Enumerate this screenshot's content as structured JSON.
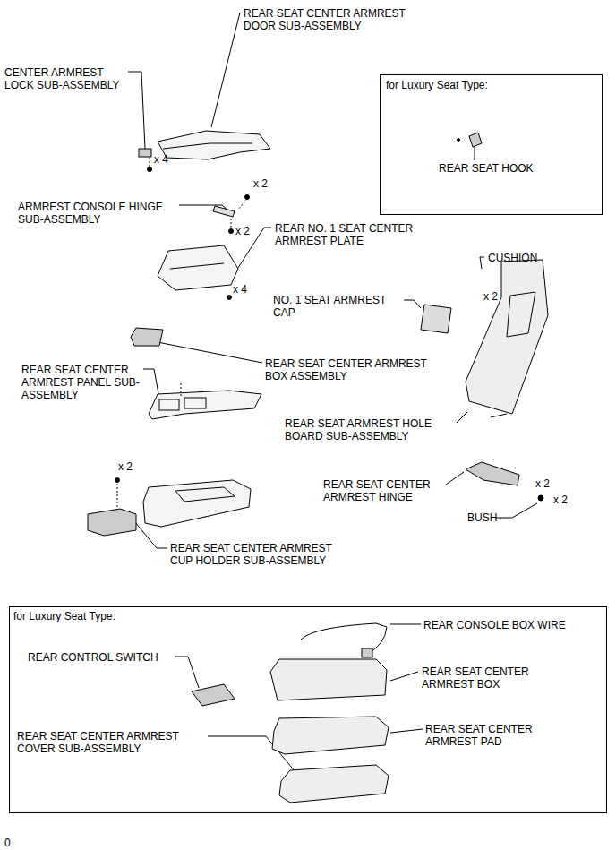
{
  "diagram": {
    "nodes": [
      {
        "text": [
          "for Luxury Seat Type:",
          "REAR SEAT HOOK"
        ]
      },
      {
        "text": [
          "for Luxury Seat Type:",
          "REAR CONSOLE BOX WIRE",
          "REAR CONTROL SWITCH",
          "REAR SEAT CENTER ARMREST BOX",
          "REAR SEAT CENTER ARMREST PAD",
          "REAR SEAT CENTER ARMREST COVER SUB-ASSEMBLY"
        ]
      }
    ],
    "labels": [
      "REAR SEAT CENTER ARMREST DOOR SUB-ASSEMBLY",
      "CENTER ARMREST LOCK SUB-ASSEMBLY",
      "x 4",
      "x 2",
      "ARMREST CONSOLE HINGE SUB-ASSEMBLY",
      "x 2",
      "REAR NO. 1 SEAT CENTER ARMREST PLATE",
      "CUSHION",
      "x 2",
      "NO. 1 SEAT ARMREST CAP",
      "x 4",
      "REAR SEAT CENTER ARMREST BOX ASSEMBLY",
      "REAR SEAT CENTER ARMREST PANEL SUB-ASSEMBLY",
      "REAR SEAT ARMREST HOLE BOARD SUB-ASSEMBLY",
      "x 2",
      "REAR SEAT CENTER ARMREST HINGE",
      "x 2",
      "x 2",
      "BUSH",
      "REAR SEAT CENTER ARMREST CUP HOLDER SUB-ASSEMBLY",
      "0"
    ]
  }
}
